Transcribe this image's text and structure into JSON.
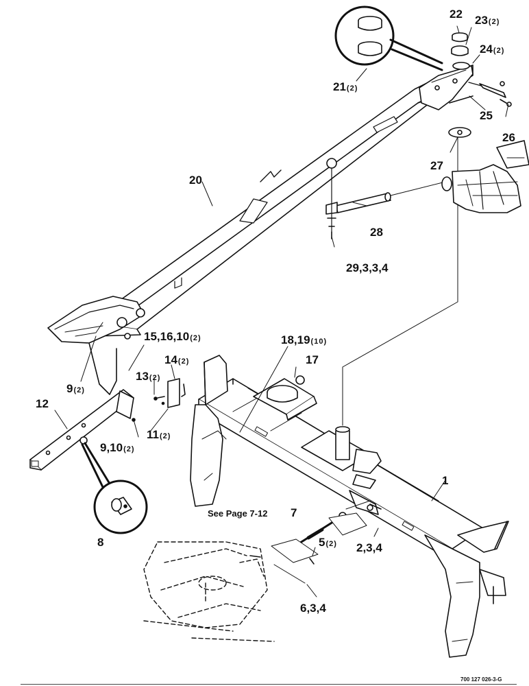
{
  "callouts": {
    "c1": {
      "num": "1",
      "qty": ""
    },
    "c2": {
      "num": "2,3,4",
      "qty": ""
    },
    "c5": {
      "num": "5",
      "qty": "(2)"
    },
    "c6": {
      "num": "6,3,4",
      "qty": ""
    },
    "c7": {
      "num": "7",
      "qty": ""
    },
    "c8": {
      "num": "8",
      "qty": ""
    },
    "c9a": {
      "num": "9",
      "qty": "(2)"
    },
    "c9b": {
      "num": "9,10",
      "qty": "(2)"
    },
    "c11": {
      "num": "11",
      "qty": "(2)"
    },
    "c12": {
      "num": "12",
      "qty": ""
    },
    "c13": {
      "num": "13",
      "qty": "(2)"
    },
    "c14": {
      "num": "14",
      "qty": "(2)"
    },
    "c15": {
      "num": "15,16,10",
      "qty": "(2)"
    },
    "c17": {
      "num": "17",
      "qty": ""
    },
    "c18": {
      "num": "18,19",
      "qty": "(10)"
    },
    "c20": {
      "num": "20",
      "qty": ""
    },
    "c21": {
      "num": "21",
      "qty": "(2)"
    },
    "c22": {
      "num": "22",
      "qty": ""
    },
    "c23": {
      "num": "23",
      "qty": "(2)"
    },
    "c24": {
      "num": "24",
      "qty": "(2)"
    },
    "c25": {
      "num": "25",
      "qty": ""
    },
    "c26": {
      "num": "26",
      "qty": ""
    },
    "c27": {
      "num": "27",
      "qty": ""
    },
    "c28": {
      "num": "28",
      "qty": ""
    },
    "c29": {
      "num": "29,3,3,4",
      "qty": ""
    }
  },
  "note": "See Page 7-12",
  "figure_id": "700 127 026-3-G"
}
